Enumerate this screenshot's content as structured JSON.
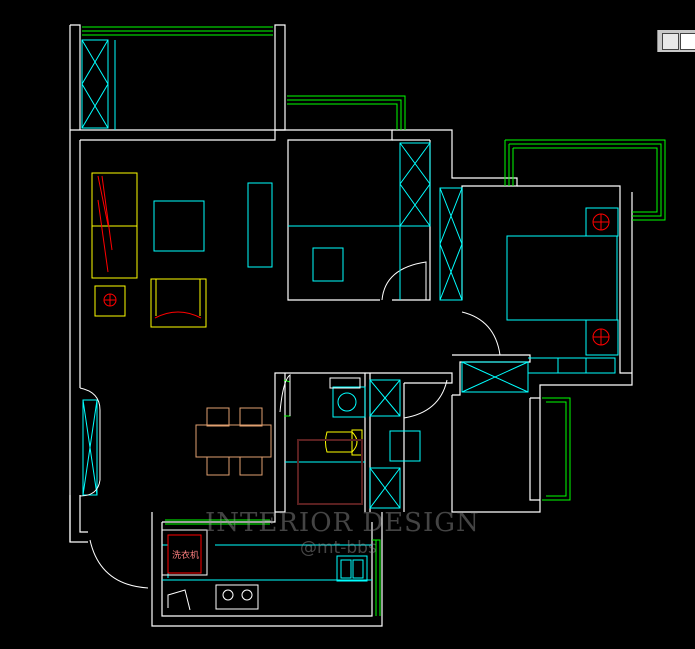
{
  "toolbar": {
    "icons": [
      "layout-icon",
      "window-icon"
    ]
  },
  "labels": {
    "washer": "洗衣机"
  },
  "watermark": {
    "main": "INTERIOR DESIGN",
    "sub": "@mt-bbs"
  },
  "colors": {
    "background": "#000000",
    "wall": "#ffffff",
    "furniture": "#00ffff",
    "window": "#00ff00",
    "sofa": "#ffff00",
    "table": "#e0a070",
    "accent": "#ff0000"
  }
}
